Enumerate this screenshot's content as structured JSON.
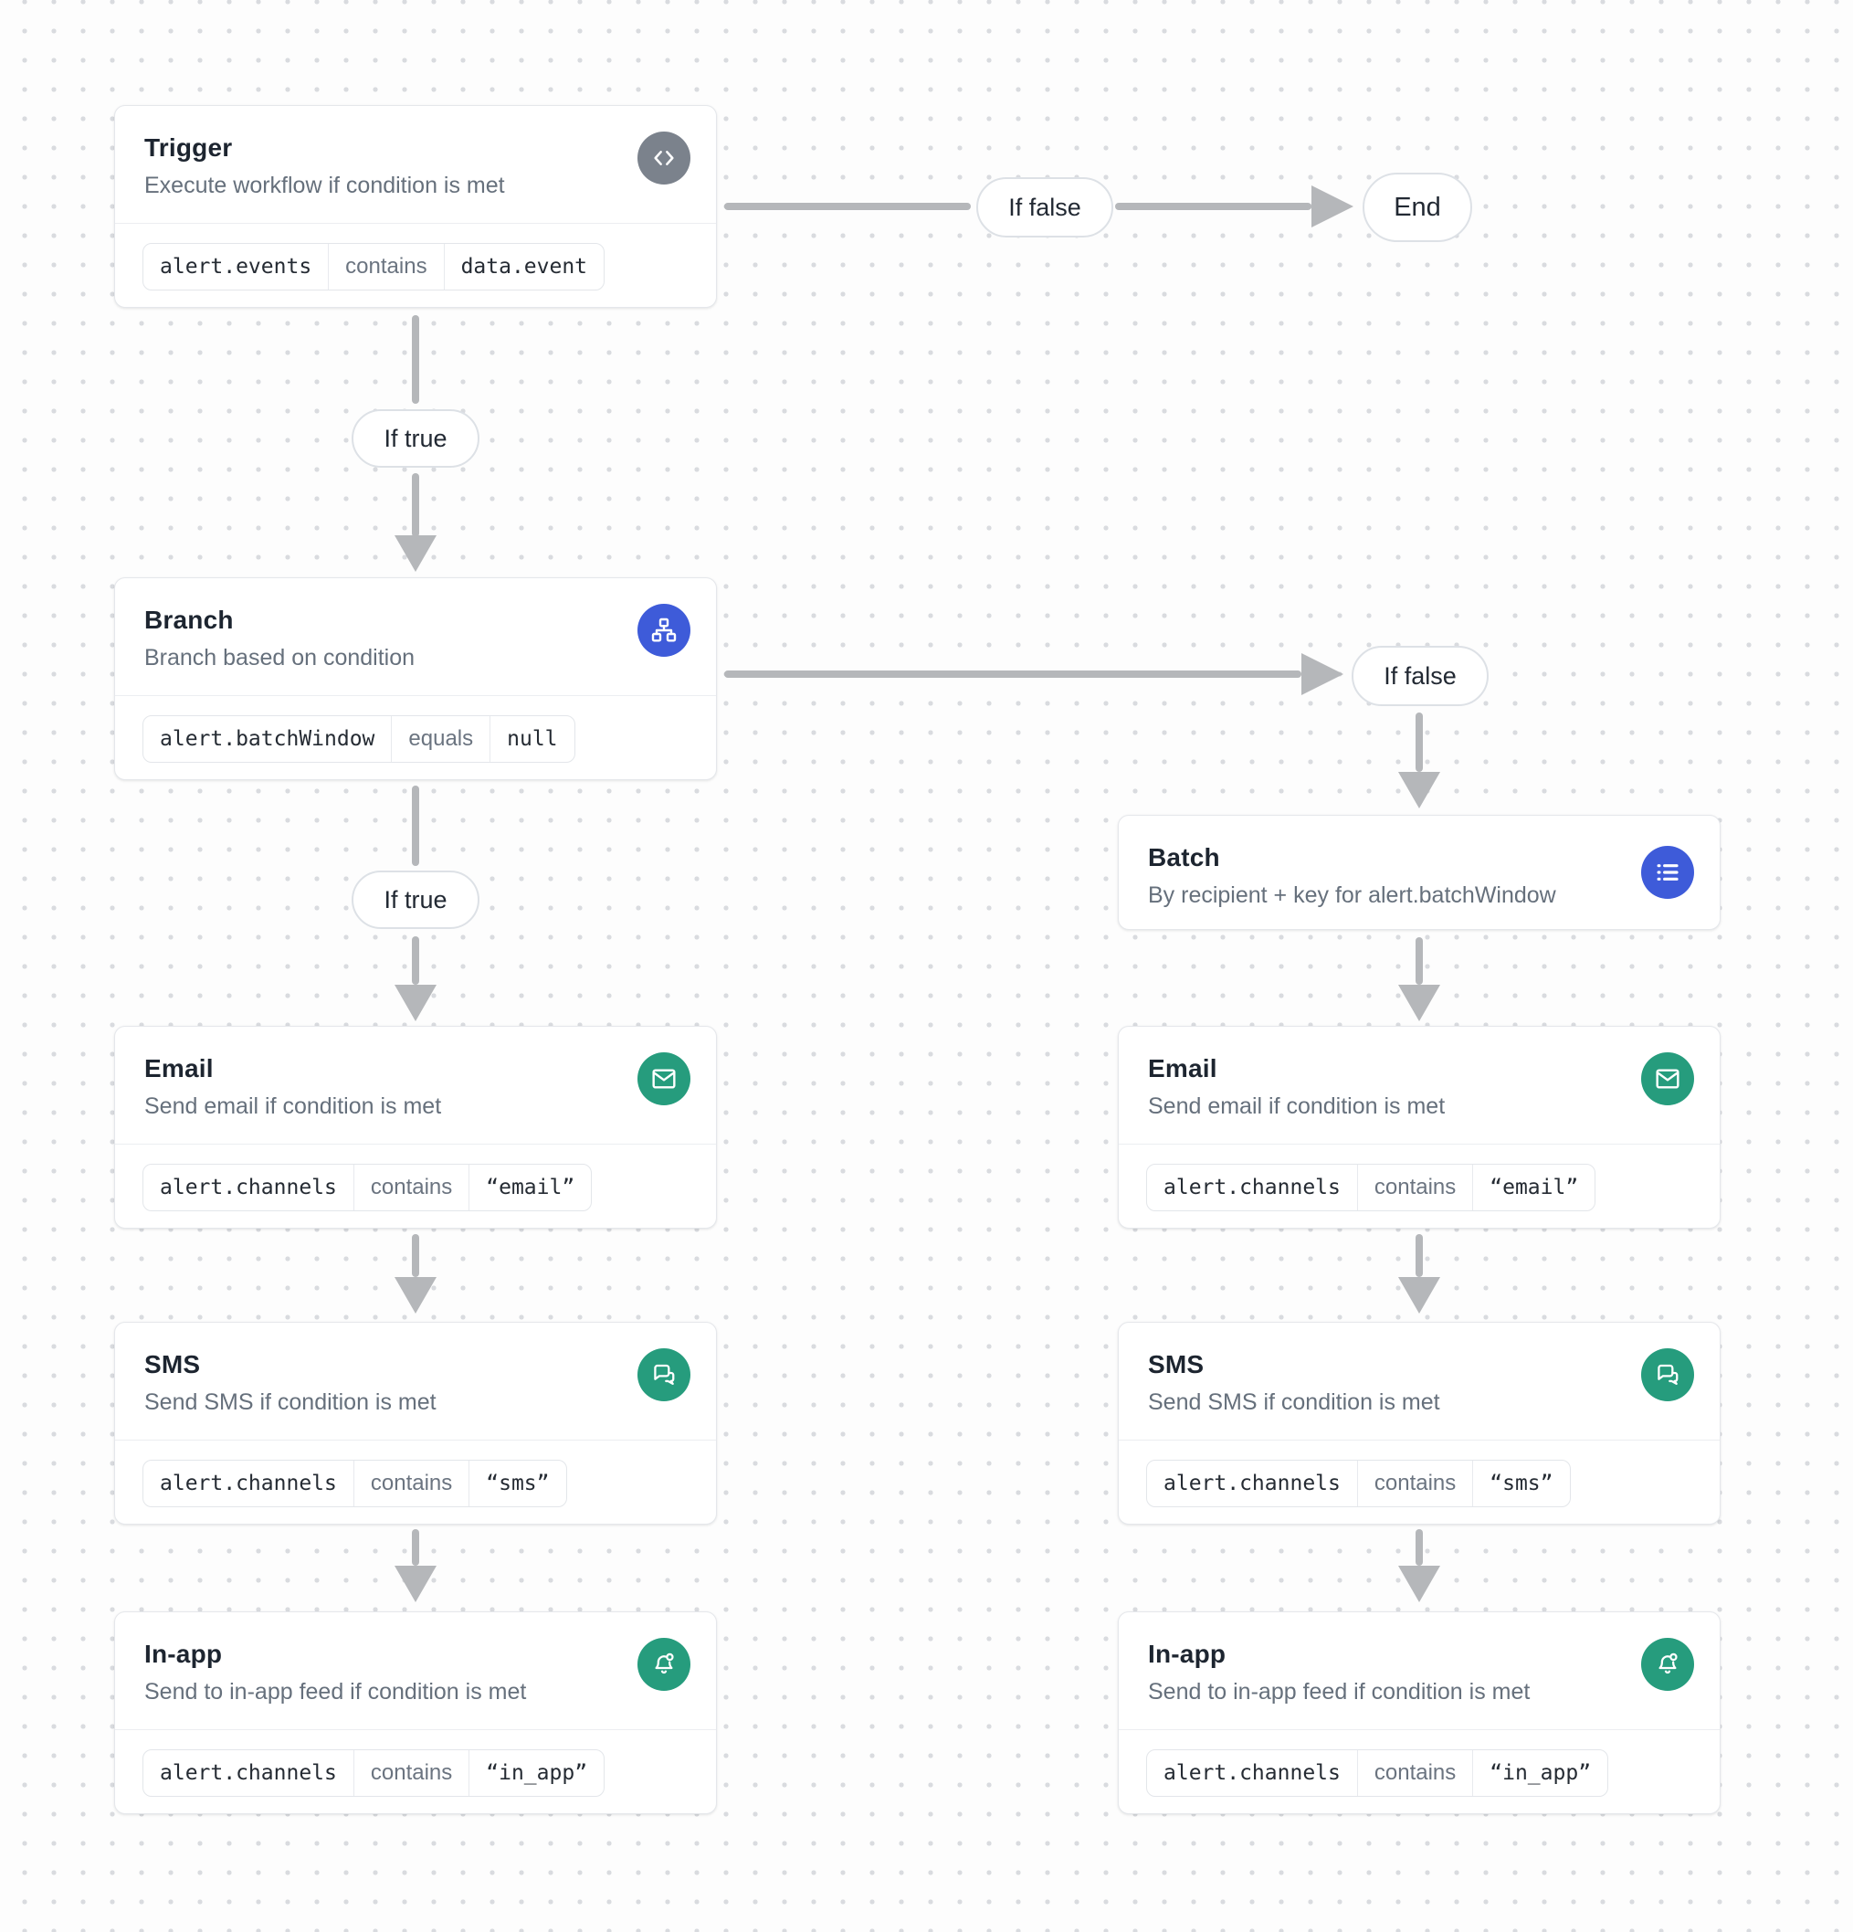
{
  "workflow": {
    "nodes": {
      "trigger": {
        "title": "Trigger",
        "subtitle": "Execute workflow if condition is met",
        "icon": "code-icon",
        "icon_color": "#7b828c",
        "condition": {
          "field": "alert.events",
          "operator": "contains",
          "value": "data.event"
        }
      },
      "branch": {
        "title": "Branch",
        "subtitle": "Branch based on condition",
        "icon": "sitemap-icon",
        "icon_color": "#3e5bd9",
        "condition": {
          "field": "alert.batchWindow",
          "operator": "equals",
          "value": "null"
        }
      },
      "batch": {
        "title": "Batch",
        "subtitle": "By recipient + key for alert.batchWindow",
        "icon": "list-icon",
        "icon_color": "#3e5bd9"
      },
      "email_left": {
        "title": "Email",
        "subtitle": "Send email if condition is met",
        "icon": "mail-icon",
        "icon_color": "#269c7d",
        "condition": {
          "field": "alert.channels",
          "operator": "contains",
          "value": "“email”"
        }
      },
      "sms_left": {
        "title": "SMS",
        "subtitle": "Send SMS if condition is met",
        "icon": "chat-icon",
        "icon_color": "#269c7d",
        "condition": {
          "field": "alert.channels",
          "operator": "contains",
          "value": "“sms”"
        }
      },
      "inapp_left": {
        "title": "In-app",
        "subtitle": "Send to in-app feed if condition is met",
        "icon": "bell-icon",
        "icon_color": "#269c7d",
        "condition": {
          "field": "alert.channels",
          "operator": "contains",
          "value": "“in_app”"
        }
      },
      "email_right": {
        "title": "Email",
        "subtitle": "Send email if condition is met",
        "icon": "mail-icon",
        "icon_color": "#269c7d",
        "condition": {
          "field": "alert.channels",
          "operator": "contains",
          "value": "“email”"
        }
      },
      "sms_right": {
        "title": "SMS",
        "subtitle": "Send SMS if condition is met",
        "icon": "chat-icon",
        "icon_color": "#269c7d",
        "condition": {
          "field": "alert.channels",
          "operator": "contains",
          "value": "“sms”"
        }
      },
      "inapp_right": {
        "title": "In-app",
        "subtitle": "Send to in-app feed if condition is met",
        "icon": "bell-icon",
        "icon_color": "#269c7d",
        "condition": {
          "field": "alert.channels",
          "operator": "contains",
          "value": "“in_app”"
        }
      }
    },
    "edge_labels": {
      "if_true": "If true",
      "if_false": "If false",
      "end": "End"
    },
    "colors": {
      "accent_blue": "#3e5bd9",
      "accent_green": "#269c7d",
      "accent_gray": "#7b828c",
      "connector_gray": "#b5b7ba"
    }
  }
}
